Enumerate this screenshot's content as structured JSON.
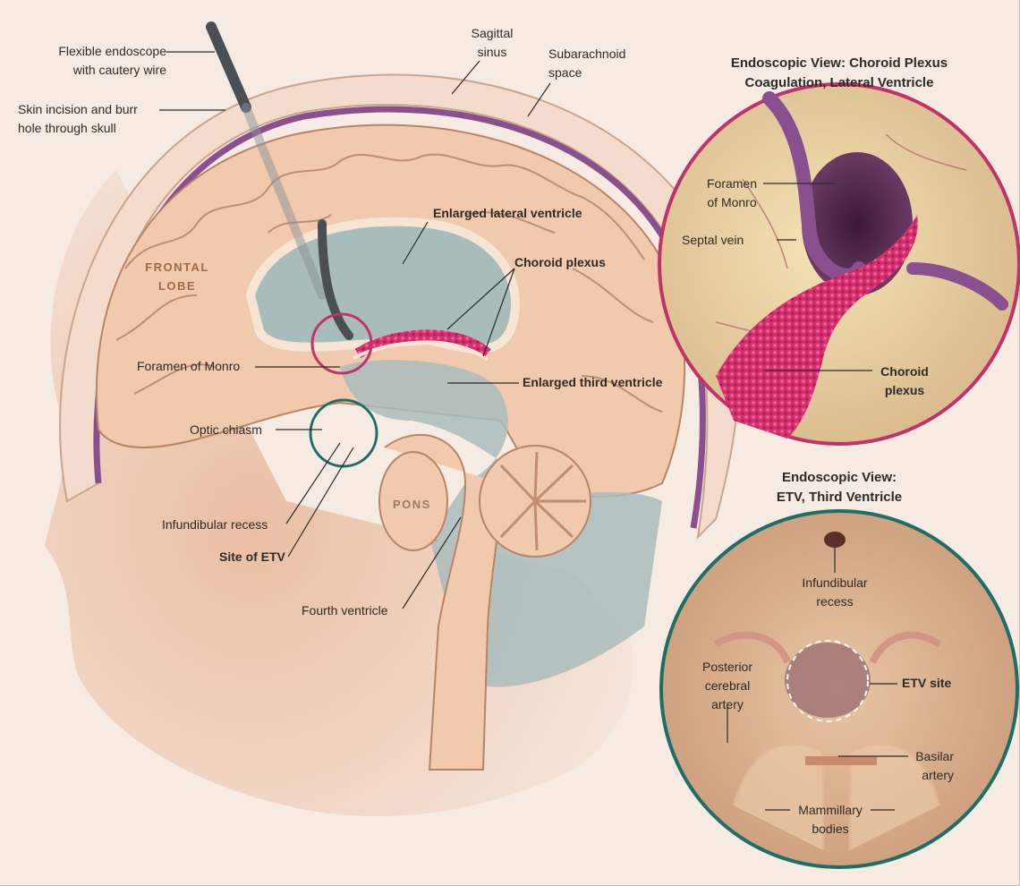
{
  "main_labels": {
    "flexible_endoscope": "Flexible endoscope\nwith cautery wire",
    "skin_incision": "Skin incision and burr\nhole through skull",
    "sagittal_sinus": "Sagittal\nsinus",
    "subarachnoid_space": "Subarachnoid\nspace",
    "enlarged_lateral_ventricle": "Enlarged lateral ventricle",
    "choroid_plexus": "Choroid plexus",
    "frontal_lobe": "FRONTAL\nLOBE",
    "foramen_of_monro": "Foramen of Monro",
    "enlarged_third_ventricle": "Enlarged third ventricle",
    "optic_chiasm": "Optic chiasm",
    "infundibular_recess": "Infundibular recess",
    "site_of_etv": "Site of ETV",
    "pons": "PONS",
    "fourth_ventricle": "Fourth ventricle"
  },
  "panel_top": {
    "title": "Endoscopic View: Choroid Plexus\nCoagulation, Lateral Ventricle",
    "foramen_of_monro": "Foramen\nof Monro",
    "septal_vein": "Septal vein",
    "choroid_plexus": "Choroid\nplexus",
    "border_color": "#c0336a"
  },
  "panel_bottom": {
    "title": "Endoscopic View:\nETV, Third Ventricle",
    "infundibular_recess": "Infundibular\nrecess",
    "posterior_cerebral_artery": "Posterior\ncerebral\nartery",
    "etv_site": "ETV site",
    "basilar_artery": "Basilar\nartery",
    "mammillary_bodies": "Mammillary\nbodies",
    "border_color": "#1e6e68"
  },
  "colors": {
    "brain": "#f1c9ac",
    "ventricle": "#a9bcbc",
    "choroid": "#d8306f",
    "skull": "#f3dccb",
    "skin": "#e7bea2",
    "sinus": "#8a4f8e"
  }
}
